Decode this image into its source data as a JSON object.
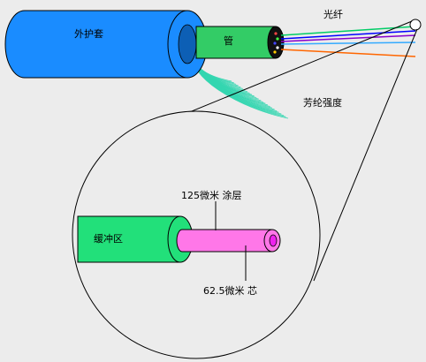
{
  "labels": {
    "jacket": "外护套",
    "tube": "管",
    "fiber": "光纤",
    "aramid": "芳纶强度",
    "buffer": "缓冲区",
    "cladding": "125微米 涂层",
    "core": "62.5微米 芯"
  },
  "colors": {
    "background": "#ececec",
    "jacket": "#1a8cff",
    "tube": "#33cc66",
    "aramid": "#33d6b0",
    "buffer": "#22e07a",
    "cladding": "#ff77e8",
    "core": "#ee22ee",
    "fiber_lines": [
      "#00cc66",
      "#0000ff",
      "#8800cc",
      "#33aaff",
      "#ff6600"
    ]
  }
}
